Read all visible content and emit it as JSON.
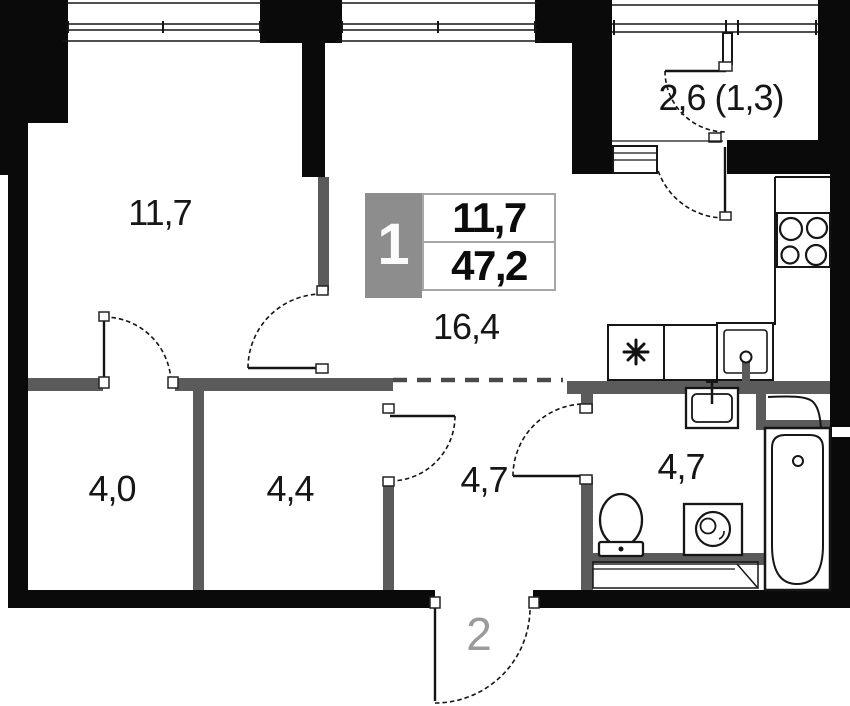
{
  "badge": {
    "rooms_count": "1",
    "living_area": "11,7",
    "total_area": "47,2"
  },
  "rooms": {
    "bedroom": "11,7",
    "living_kitchen": "16,4",
    "balcony": "2,6 (1,3)",
    "wardrobe_left": "4,0",
    "wardrobe_right": "4,4",
    "hallway": "4,7",
    "bathroom": "4,7",
    "entrance_mark": "2"
  },
  "colors": {
    "outer_wall": "#0a0a0a",
    "partition": "#5b5b5b",
    "badge_gray": "#8d8d8d",
    "cell_border": "#a6a6a6",
    "label_text": "#161616",
    "entrance_label": "#9b9b9b"
  }
}
